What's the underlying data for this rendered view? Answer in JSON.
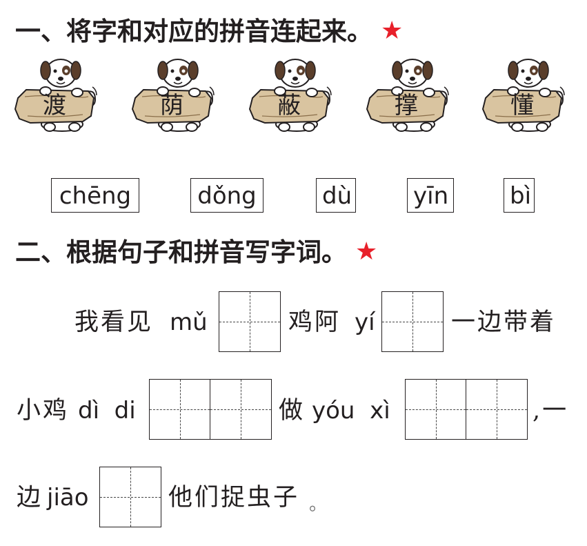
{
  "section1": {
    "title": "一、将字和对应的拼音连起来。",
    "star": "★",
    "characters": [
      "渡",
      "荫",
      "蔽",
      "撑",
      "懂"
    ],
    "pinyin": [
      "chēng",
      "dǒng",
      "dù",
      "yīn",
      "bì"
    ]
  },
  "section2": {
    "title": "二、根据句子和拼音写字词。",
    "star": "★",
    "line1": {
      "t1": "我看见",
      "p1": "mǔ",
      "t2": "鸡阿",
      "p2": "yí",
      "t3": "一边带着"
    },
    "line2": {
      "t1": "小鸡",
      "p1": "dì  di",
      "t2": "做",
      "p2": "yóu  xì",
      "t3": ",一"
    },
    "line3": {
      "t1": "边",
      "p1": "jiāo",
      "t2": "他们捉虫子",
      "t3": "。"
    }
  },
  "colors": {
    "star": "#e8202a",
    "sign_wood": "#d9c4a0",
    "text": "#231f20"
  },
  "icons": [
    "dog-holding-wooden-sign"
  ]
}
